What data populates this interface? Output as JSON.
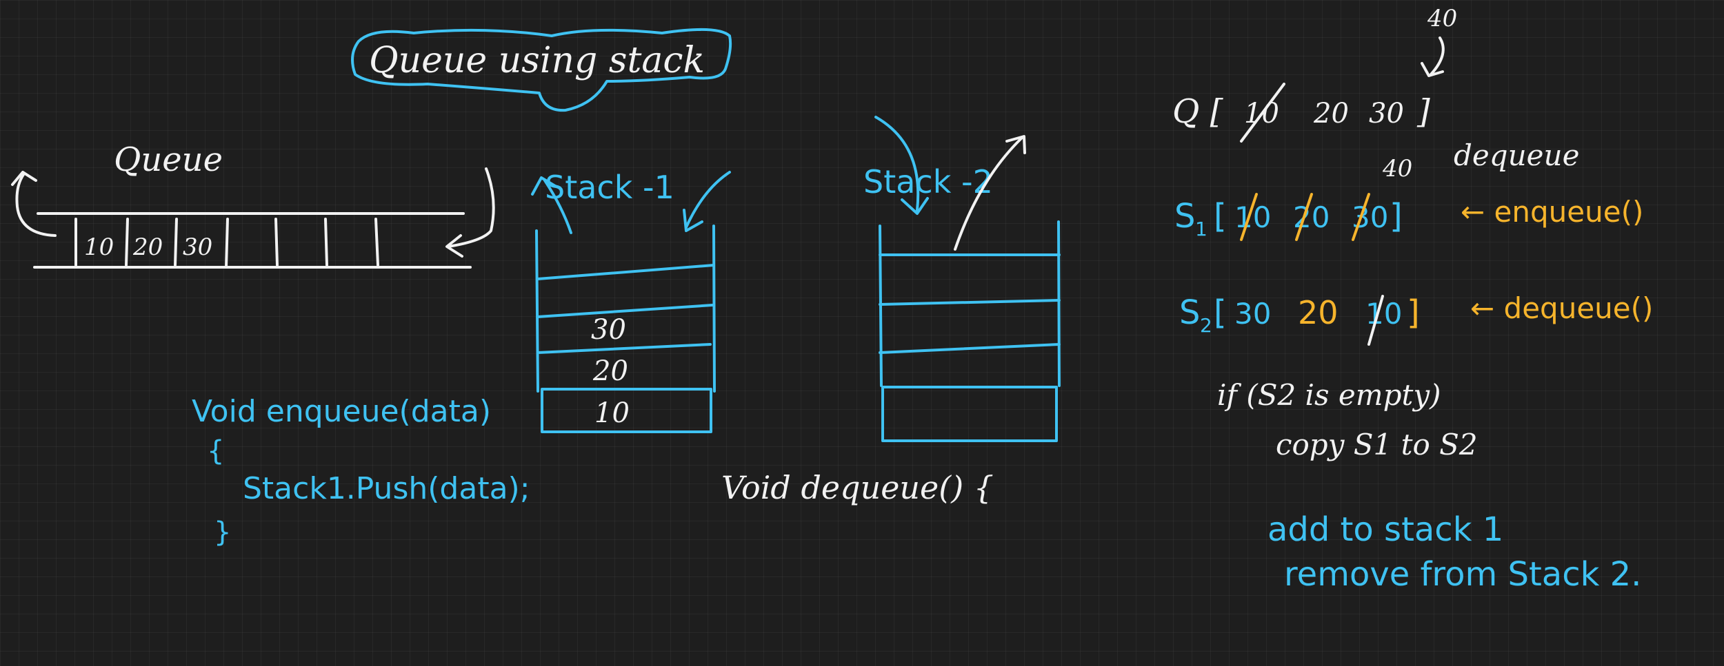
{
  "title": "Queue using stack",
  "queue": {
    "label": "Queue",
    "cells": [
      "10",
      "20",
      "30"
    ]
  },
  "stack1": {
    "label": "Stack -1",
    "cells": [
      "30",
      "20",
      "10"
    ]
  },
  "stack2": {
    "label": "Stack -2"
  },
  "enqueue_code": {
    "signature": "Void enqueue(data)",
    "open": "{",
    "body": "Stack1.Push(data);",
    "close": "}"
  },
  "dequeue_code": {
    "signature": "Void dequeue() {"
  },
  "notes": {
    "incoming_value": "40",
    "queue_array": {
      "prefix": "Q [",
      "items": [
        "10",
        "20",
        "30"
      ],
      "suffix": "]"
    },
    "dequeued_value": "40",
    "dequeue_word": "dequeue",
    "s1": {
      "prefix": "S",
      "sub": "1",
      "open": "[",
      "items": [
        "10",
        "20",
        "30"
      ],
      "close": "]",
      "arrow_label": "← enqueue()"
    },
    "s2": {
      "prefix": "S",
      "sub": "2",
      "open": "[",
      "first": "30",
      "rest": [
        "20",
        "10"
      ],
      "close": "]",
      "arrow_label": "← dequeue()"
    },
    "condition": "if (S2 is empty)",
    "condition_action": "copy S1 to S2",
    "summary_1": "add to stack 1",
    "summary_2": "remove from Stack 2."
  },
  "colors": {
    "background": "#1e1e1e",
    "chalk": "#f2f2f2",
    "blue": "#3fc2f2",
    "yellow": "#f6b42c"
  }
}
